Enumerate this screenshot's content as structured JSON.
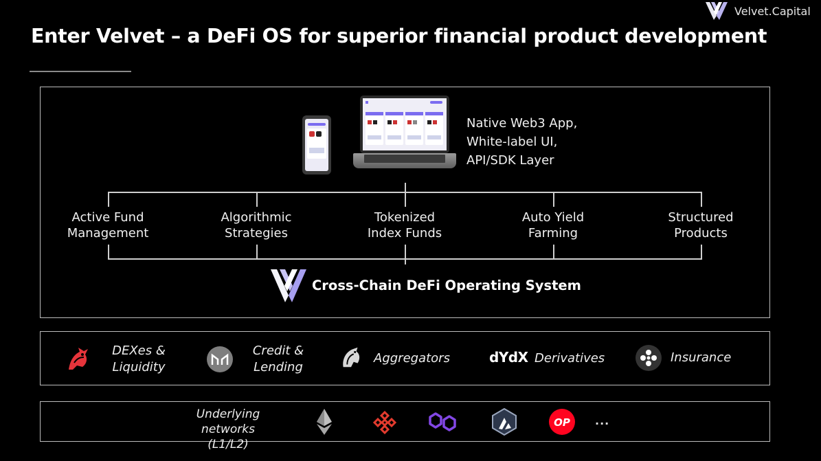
{
  "brand": {
    "logo_icon": "velvet-logo-icon",
    "name": "Velvet.Capital"
  },
  "title": "Enter Velvet – a DeFi OS for superior financial product development",
  "app_layer": {
    "lines": [
      "Native Web3 App,",
      "White-label UI,",
      "API/SDK Layer"
    ]
  },
  "products": [
    {
      "line1": "Active Fund",
      "line2": "Management"
    },
    {
      "line1": "Algorithmic",
      "line2": "Strategies"
    },
    {
      "line1": "Tokenized",
      "line2": "Index Funds"
    },
    {
      "line1": "Auto Yield",
      "line2": "Farming"
    },
    {
      "line1": "Structured",
      "line2": "Products"
    }
  ],
  "os": {
    "label": "Cross-Chain DeFi Operating System",
    "logo_icon": "velvet-logo-icon"
  },
  "categories": [
    {
      "icon": "uniswap-icon",
      "line1": "DEXes &",
      "line2": "Liquidity"
    },
    {
      "icon": "maker-icon",
      "line1": "Credit &",
      "line2": "Lending"
    },
    {
      "icon": "1inch-icon",
      "line1": "Aggregators",
      "line2": ""
    },
    {
      "icon": "dydx-icon",
      "logo_text": "dYdX",
      "line1": "Derivatives",
      "line2": ""
    },
    {
      "icon": "nexus-mutual-icon",
      "line1": "Insurance",
      "line2": ""
    }
  ],
  "networks": {
    "line1": "Underlying",
    "line2": "networks (L1/L2)",
    "items": [
      {
        "icon": "ethereum-icon"
      },
      {
        "icon": "bnb-chain-icon"
      },
      {
        "icon": "polygon-icon"
      },
      {
        "icon": "arbitrum-icon"
      },
      {
        "icon": "optimism-icon",
        "text": "OP"
      }
    ],
    "more": "..."
  },
  "colors": {
    "background": "#000000",
    "accent_purple": "#7b6cf0",
    "optimism_red": "#ff0420",
    "polygon_purple": "#8247e5",
    "uniswap_red": "#e6343b"
  }
}
